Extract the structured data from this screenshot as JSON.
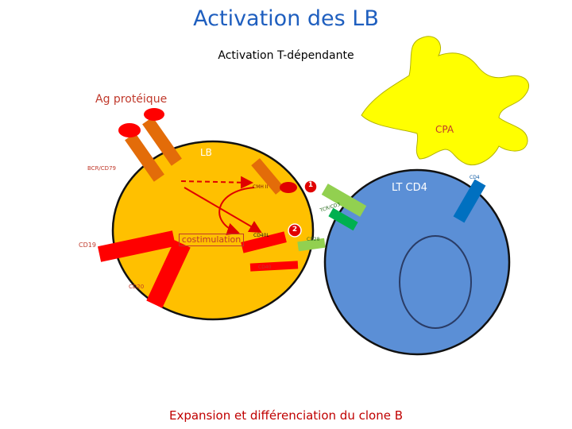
{
  "title": "Activation des LB",
  "subtitle": "Activation T-dépendante",
  "antigen_label": "Ag protéique",
  "cells": {
    "apc": {
      "label": "CPA",
      "color": "#ffff00"
    },
    "b_cell": {
      "label": "LB",
      "color": "#ffc000"
    },
    "t_cell": {
      "label": "LT CD4",
      "color": "#5b8fd6"
    }
  },
  "molecules": {
    "bcr": "BCR/CD79",
    "cd4": "CD4",
    "mhc2": "CMH II",
    "tcr": "TCR/CD3",
    "cd40l": "CD40L",
    "cd28": "CD28",
    "cd19": "CD19",
    "cd40": "CD40",
    "cd20": "CD20"
  },
  "signals": {
    "signal1": "1",
    "signal2": "2"
  },
  "costimulation_label": "costimulation",
  "footer": "Expansion et différenciation du clone B"
}
